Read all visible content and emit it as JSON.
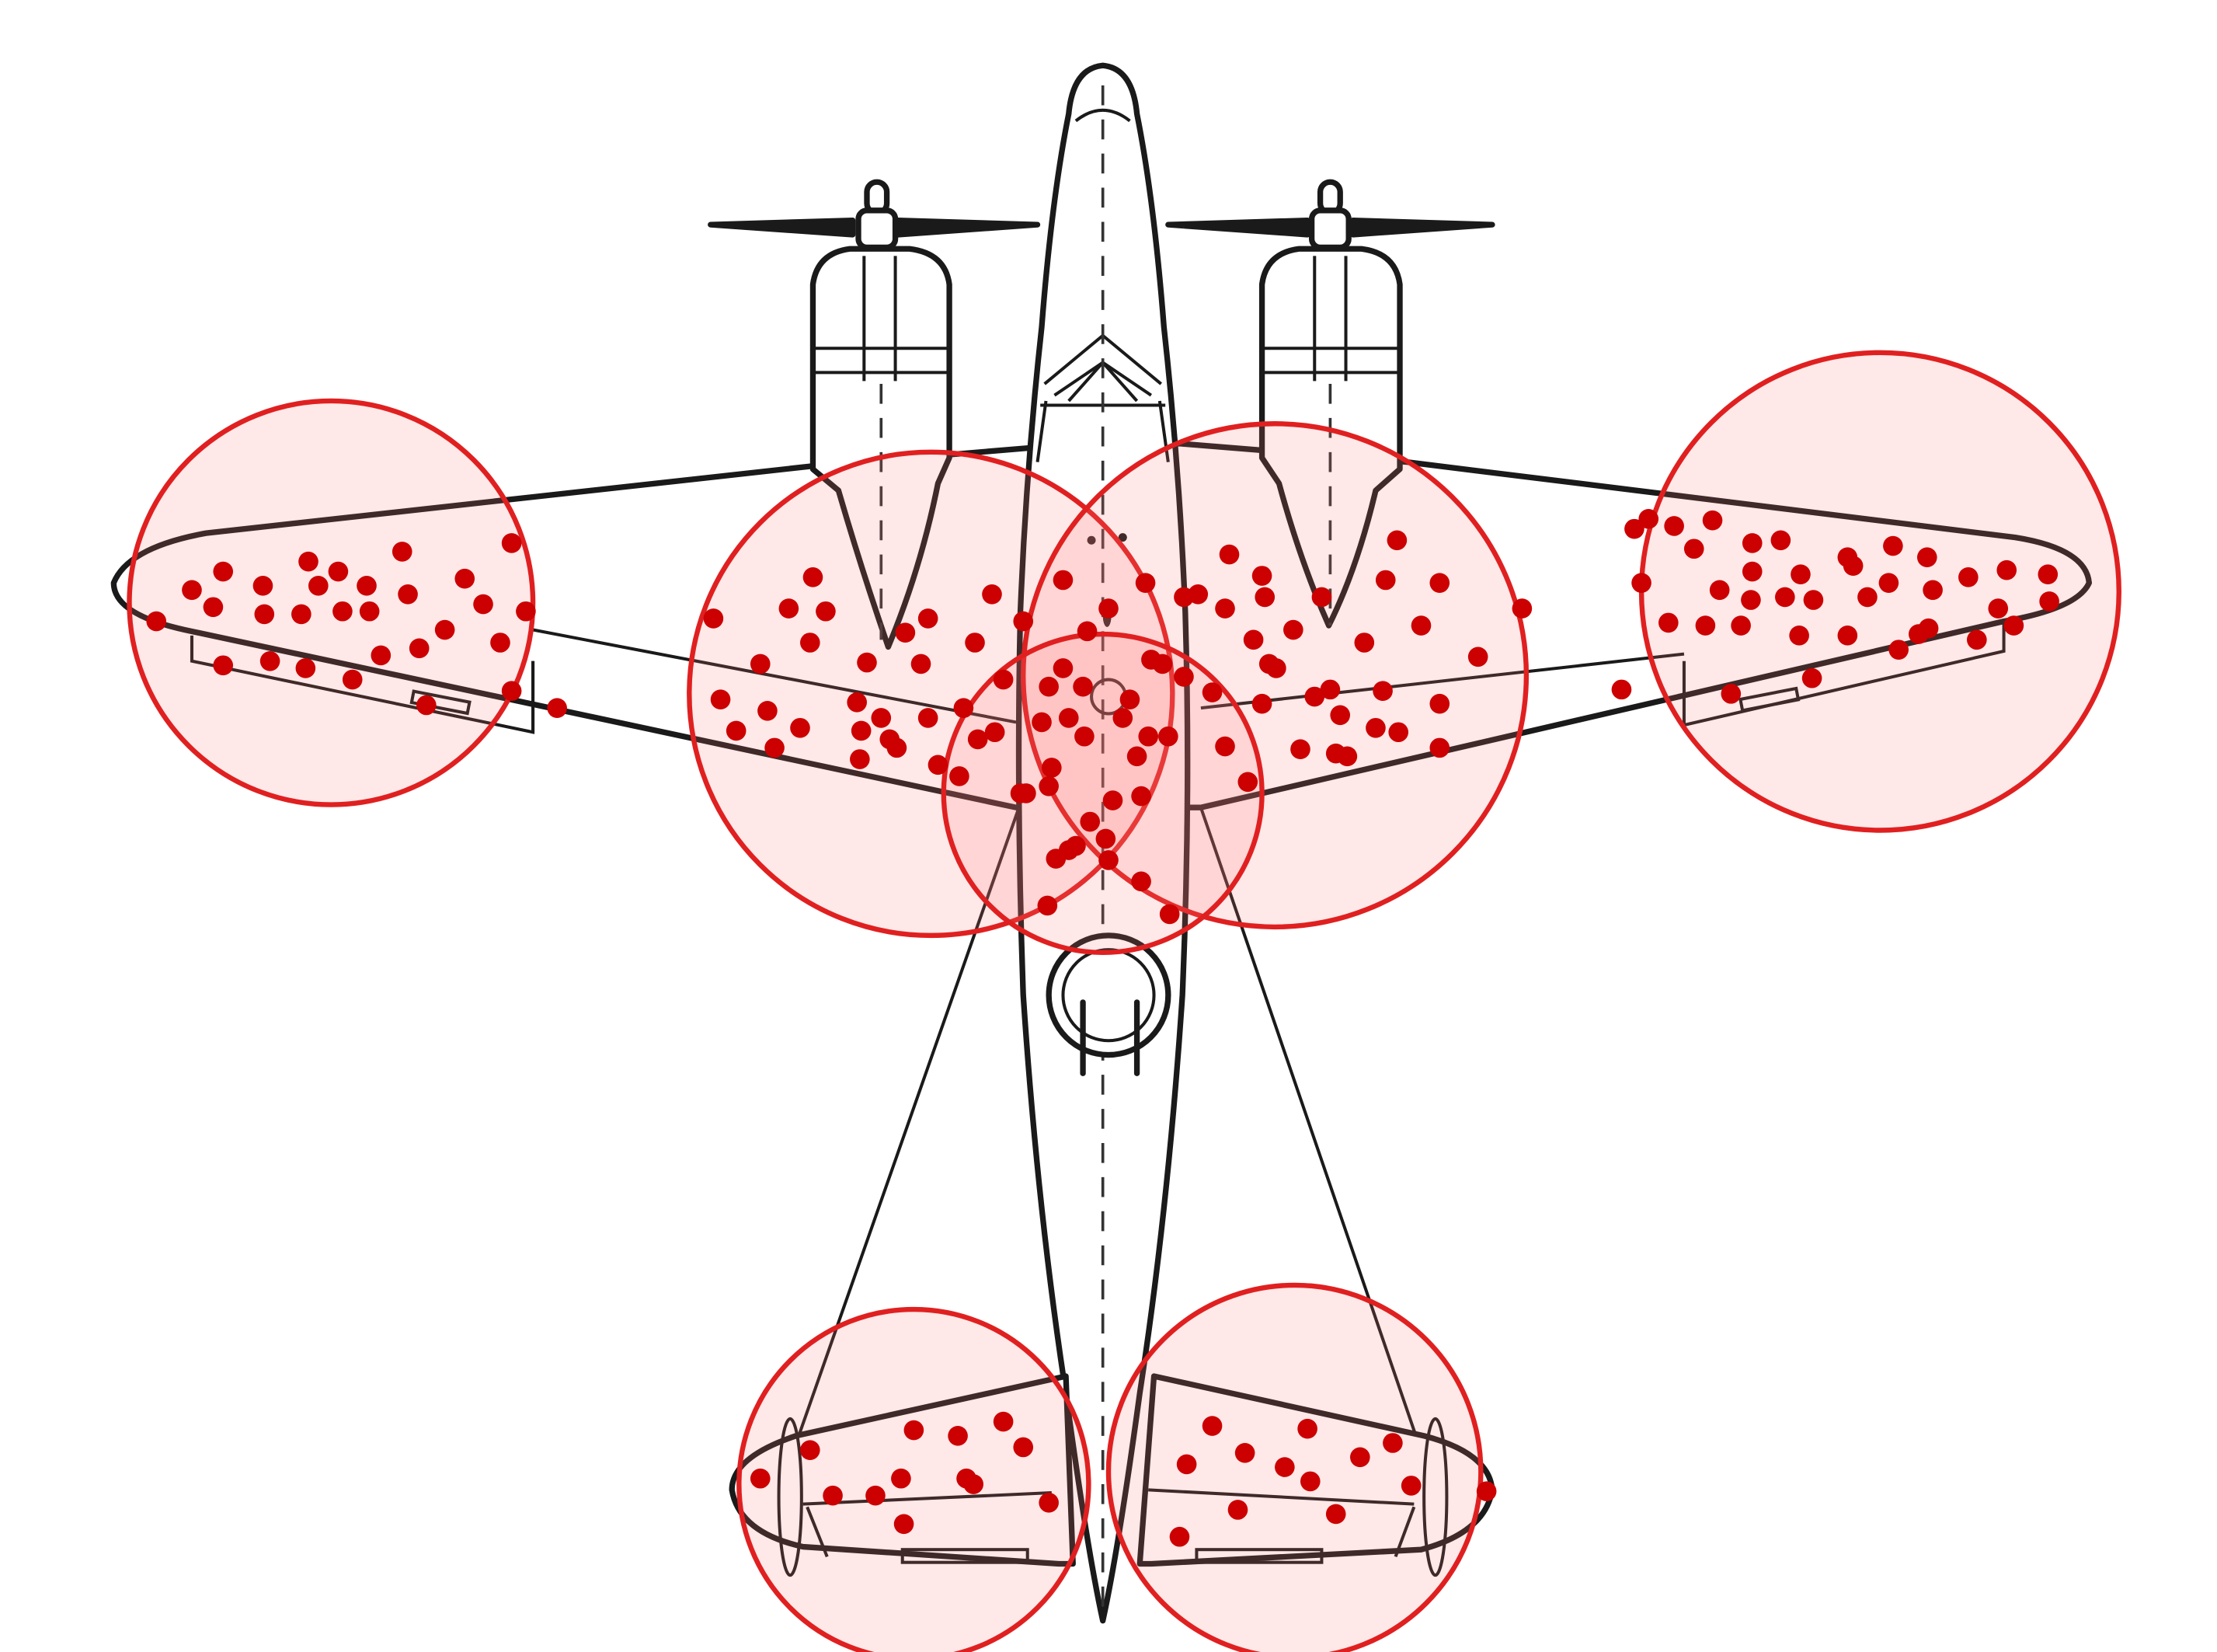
{
  "colors": {
    "hit": "#cc0000",
    "zone_stroke": "#e02020",
    "zone_fill": "rgba(255,120,120,0.17)",
    "ink": "#1a1a1a"
  },
  "zones": [
    {
      "name": "left-wingtip"
    },
    {
      "name": "left-inner-wing"
    },
    {
      "name": "right-inner-wing"
    },
    {
      "name": "center-fuselage"
    },
    {
      "name": "right-wingtip"
    },
    {
      "name": "left-tailplane"
    },
    {
      "name": "right-tailplane"
    }
  ]
}
